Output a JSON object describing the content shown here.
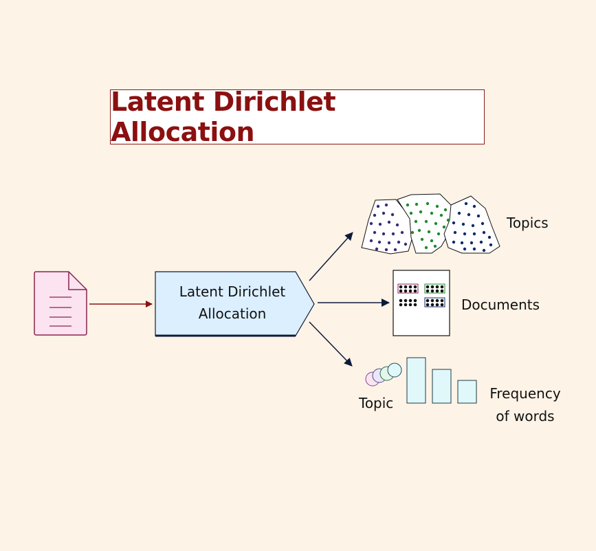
{
  "title": "Latent Dirichlet Allocation",
  "process": {
    "line1": "Latent Dirichlet",
    "line2": "Allocation"
  },
  "outputs": {
    "topics": "Topics",
    "documents": "Documents",
    "topic": "Topic",
    "frequency_line1": "Frequency",
    "frequency_line2": "of words"
  },
  "colors": {
    "background": "#fdf3e6",
    "title": "#8b1010",
    "document_fill": "#fbe3ef",
    "document_stroke": "#8b2252",
    "process_fill": "#dcefff",
    "input_arrow": "#8b1010",
    "output_arrow": "#0d1a3a",
    "topic_dots_purple": "#3b2a7a",
    "topic_dots_green": "#1e8a2e",
    "topic_dots_navy": "#0d2a6a",
    "bar_fill": "#e0f8fa"
  }
}
